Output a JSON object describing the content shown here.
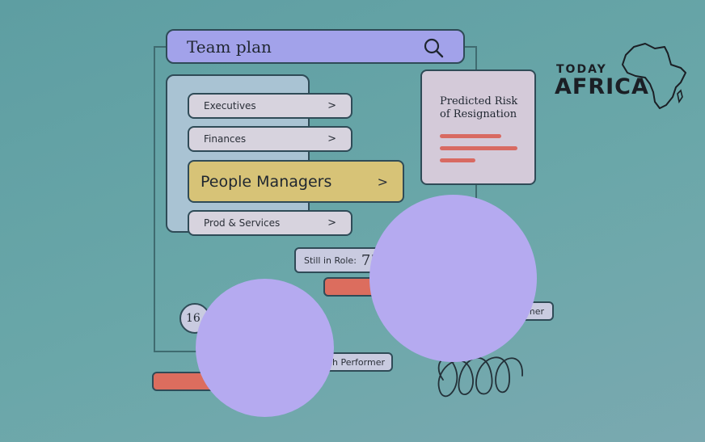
{
  "search": {
    "title": "Team plan",
    "icon": "search-icon"
  },
  "menu": {
    "items": [
      {
        "label": "Executives",
        "chevron": ">"
      },
      {
        "label": "Finances",
        "chevron": ">"
      },
      {
        "label": "People Managers",
        "chevron": ">",
        "active": true
      },
      {
        "label": "Prod & Services",
        "chevron": ">"
      }
    ]
  },
  "risk_card": {
    "title": "Predicted Risk of Resignation"
  },
  "stats": {
    "still_in_role_label": "Still in Role:",
    "still_in_role_value": "75",
    "badge_value": "16",
    "high_performer_left": "gh Performer",
    "high_performer_right": "rmer"
  },
  "logo": {
    "line1": "TODAY",
    "line2": "AFRICA"
  },
  "colors": {
    "background": "#62a2a5",
    "search_bar": "#a2a2ea",
    "active_item": "#d7c377",
    "accent_red": "#dc6d5e",
    "blob": "#b5aaf0"
  }
}
